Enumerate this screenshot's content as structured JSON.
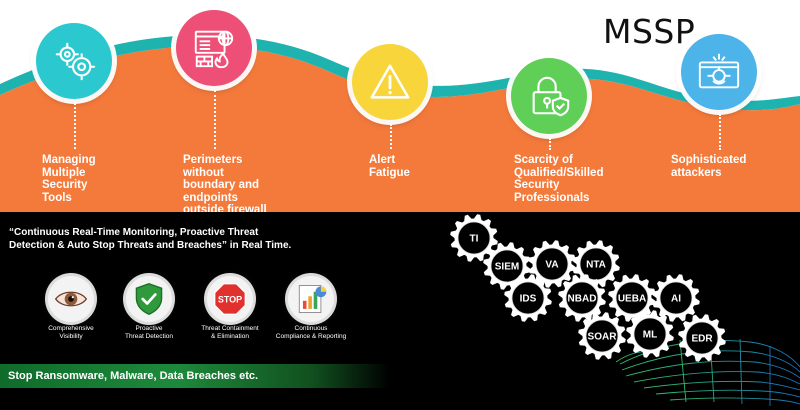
{
  "header": {
    "title": "MSSP"
  },
  "challenges": [
    {
      "icon": "gears-icon",
      "lines": [
        "Managing",
        "Multiple",
        "Security",
        "Tools"
      ]
    },
    {
      "icon": "firewall-icon",
      "lines": [
        "Perimeters",
        "without",
        "boundary and",
        "endpoints",
        "outside firewall"
      ]
    },
    {
      "icon": "warning-icon",
      "lines": [
        "Alert",
        "Fatigue"
      ]
    },
    {
      "icon": "lock-shield-icon",
      "lines": [
        "Scarcity of",
        "Qualified/Skilled",
        "Security",
        "Professionals"
      ]
    },
    {
      "icon": "hacker-icon",
      "lines": [
        "Sophisticated",
        "attackers"
      ]
    }
  ],
  "quote": {
    "line1": "“Continuous Real-Time Monitoring, Proactive Threat",
    "line2": "Detection & Auto Stop Threats and Breaches” in Real Time."
  },
  "features": [
    {
      "icon": "eye-icon",
      "lines": [
        "Comprehensive",
        "Visibility"
      ]
    },
    {
      "icon": "shield-check-icon",
      "lines": [
        "Proactive",
        "Threat Detection"
      ]
    },
    {
      "icon": "stop-sign-icon",
      "stop_text": "STOP",
      "lines": [
        "Threat Containment",
        "& Elimination"
      ]
    },
    {
      "icon": "report-chart-icon",
      "lines": [
        "Continuous",
        "Compliance & Reporting"
      ]
    }
  ],
  "banner": {
    "text": "Stop Ransomware, Malware, Data Breaches etc."
  },
  "gears": [
    "TI",
    "SIEM",
    "VA",
    "NTA",
    "IDS",
    "NBAD",
    "UEBA",
    "AI",
    "SOAR",
    "ML",
    "EDR"
  ],
  "colors": {
    "orange": "#f47a3b",
    "teal": "#1fb3b0",
    "black": "#000000",
    "banner_green": "#1d8a3b"
  }
}
